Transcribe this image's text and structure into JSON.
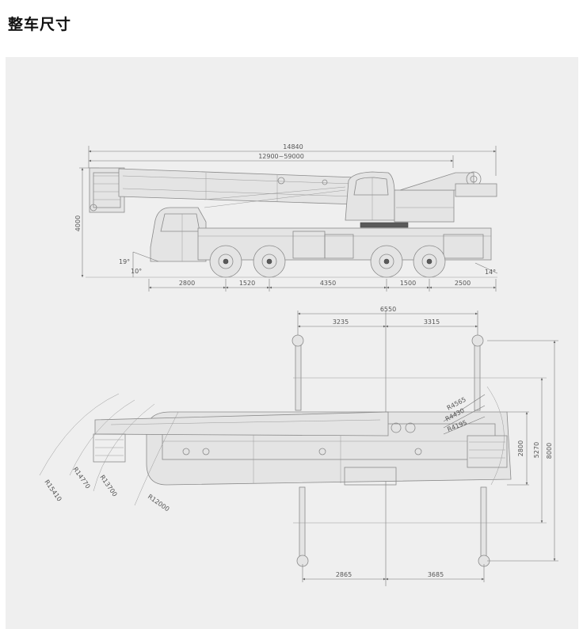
{
  "page": {
    "title": "整车尺寸"
  },
  "side_view": {
    "dims": {
      "overall_length": "14840",
      "boom_length": "12900~59000",
      "height": "4000",
      "approach_angle": "19°",
      "ground_angle": "10°",
      "departure_angle": "14°",
      "front_overhang": "2800",
      "axle_1_2": "1520",
      "axle_2_3": "4350",
      "axle_3_4": "1500",
      "rear_overhang": "2500"
    }
  },
  "top_view": {
    "dims": {
      "outrigger_total": "6550",
      "outrigger_front": "3235",
      "outrigger_rear": "3315",
      "outrigger_bottom_left": "2865",
      "outrigger_bottom_right": "3685",
      "width_2800": "2800",
      "width_5270": "5270",
      "width_8000": "8000",
      "radius_tail_1": "R4565",
      "radius_tail_2": "R4430",
      "radius_tail_3": "R4195",
      "radius_front_1": "R15410",
      "radius_front_2": "R14770",
      "radius_front_3": "R13700",
      "radius_front_4": "R12000"
    }
  }
}
